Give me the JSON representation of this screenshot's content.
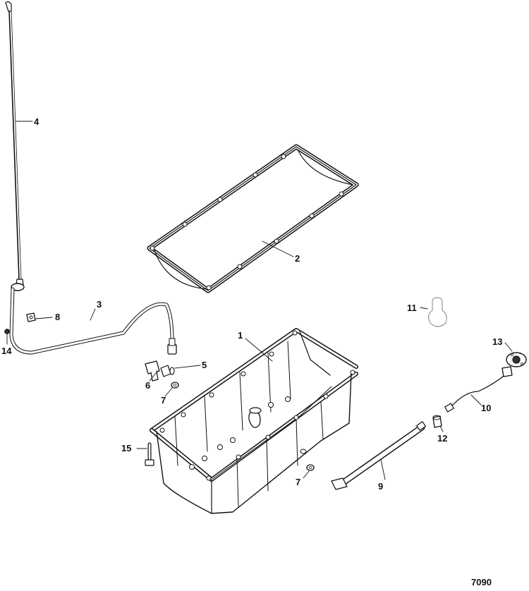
{
  "callouts": {
    "c1": "1",
    "c2": "2",
    "c3": "3",
    "c4": "4",
    "c5": "5",
    "c6": "6",
    "c7a": "7",
    "c7b": "7",
    "c8": "8",
    "c9": "9",
    "c10": "10",
    "c11": "11",
    "c12": "12",
    "c13": "13",
    "c14": "14",
    "c15": "15"
  },
  "figure_number": "7090"
}
